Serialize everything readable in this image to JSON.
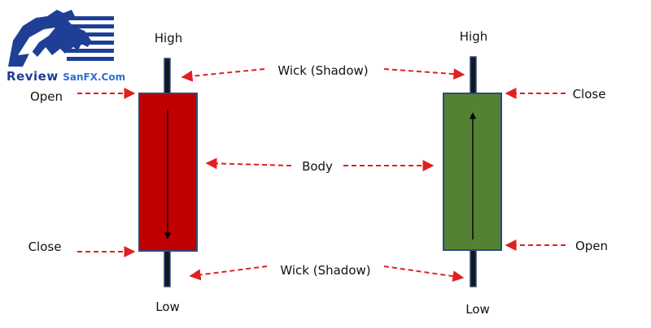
{
  "logo": {
    "word1": "Review",
    "word2": "SanFX.Com",
    "colors": {
      "dark": "#1e3f95",
      "light": "#2f6fd0"
    }
  },
  "labels": {
    "bear_high": "High",
    "bear_low": "Low",
    "bear_open": "Open",
    "bear_close": "Close",
    "bull_high": "High",
    "bull_low": "Low",
    "bull_open": "Open",
    "bull_close": "Close",
    "wick_top": "Wick (Shadow)",
    "wick_bottom": "Wick (Shadow)",
    "body": "Body"
  },
  "candles": [
    {
      "name": "bearish",
      "body_color": "#c00000",
      "direction": "down"
    },
    {
      "name": "bullish",
      "body_color": "#548235",
      "direction": "up"
    }
  ],
  "colors": {
    "arrow": "#e02020",
    "wick": "#14171f",
    "wick_border": "#2e4a7a",
    "body_border": "#2e4a7a",
    "text": "#111111"
  }
}
